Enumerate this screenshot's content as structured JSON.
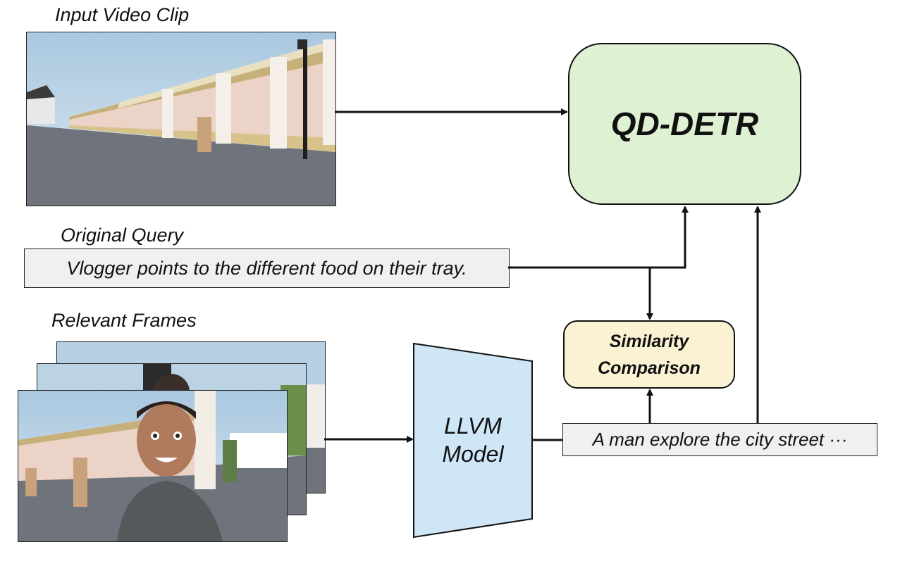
{
  "labels": {
    "input_video_clip": "Input Video Clip",
    "original_query": "Original Query",
    "relevant_frames": "Relevant Frames"
  },
  "query_text": "Vlogger points to the different food on their tray.",
  "caption_text": "A man explore the city street ···",
  "models": {
    "qd_detr": "QD-DETR",
    "llvm_line1": "LLVM",
    "llvm_line2": "Model",
    "similarity_line1": "Similarity",
    "similarity_line2": "Comparison"
  },
  "colors": {
    "qd_detr_fill": "#dff1d3",
    "llvm_fill": "#cfe6f6",
    "similarity_fill": "#fbf2d3",
    "text_box_fill": "#f0f0f0",
    "arrow": "#111111"
  }
}
